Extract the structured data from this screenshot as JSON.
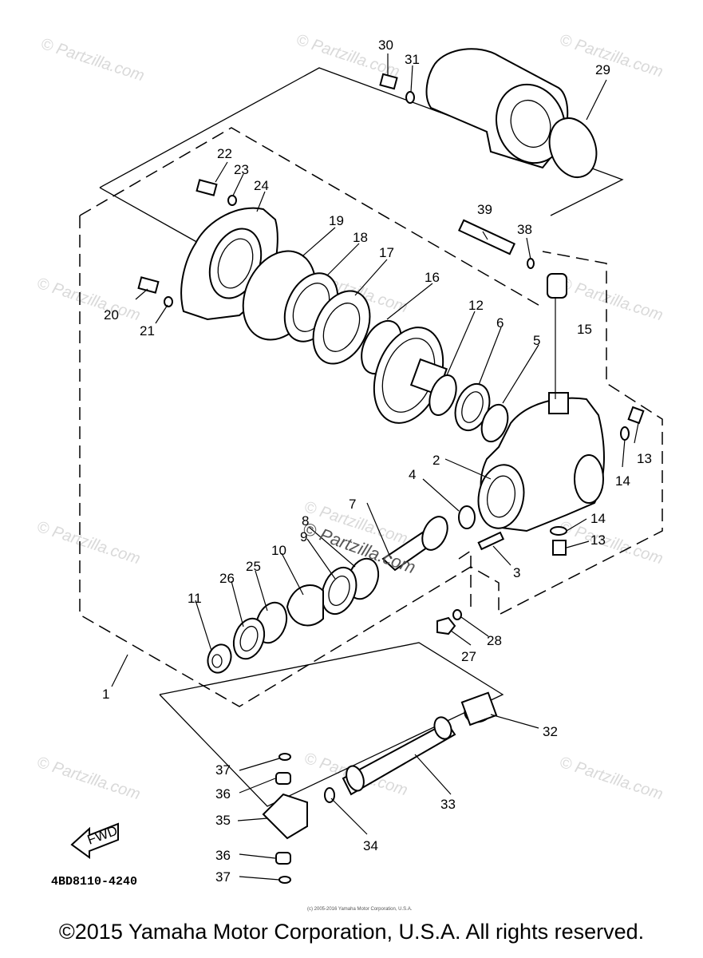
{
  "watermarks": [
    "© Partzilla.com",
    "© Partzilla.com",
    "© Partzilla.com",
    "© Partzilla.com",
    "© Partzilla.com",
    "© Partzilla.com",
    "© Partzilla.com",
    "© Partzilla.com",
    "© Partzilla.com",
    "© Partzilla.com",
    "© Partzilla.com",
    "© Partzilla.com"
  ],
  "center_watermark": "© Partzilla.com",
  "callouts": [
    "1",
    "2",
    "3",
    "4",
    "5",
    "6",
    "7",
    "8",
    "9",
    "10",
    "11",
    "12",
    "13",
    "13",
    "14",
    "14",
    "15",
    "16",
    "17",
    "18",
    "19",
    "20",
    "21",
    "22",
    "23",
    "24",
    "25",
    "26",
    "27",
    "28",
    "29",
    "30",
    "31",
    "32",
    "33",
    "34",
    "35",
    "36",
    "36",
    "37",
    "37",
    "38",
    "39"
  ],
  "fwd_label": "FWD",
  "drawing_code": "4BD8110-4240",
  "small_copyright": "(c) 2005-2016 Yamaha Motor Corporation, U.S.A.",
  "copyright": "©2015 Yamaha Motor Corporation, U.S.A. All rights reserved."
}
